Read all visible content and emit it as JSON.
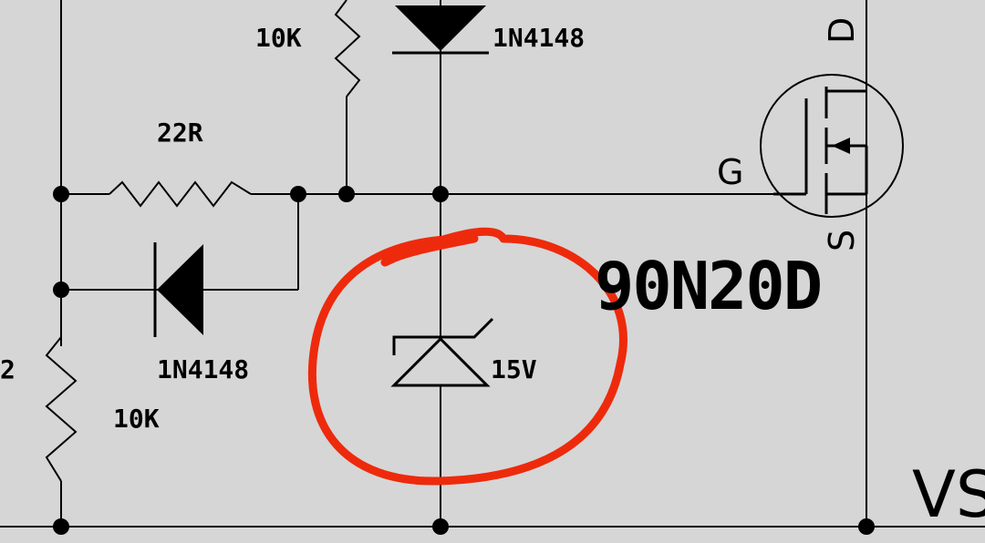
{
  "labels": {
    "r_top": "10K",
    "d_top": "1N4148",
    "r_mid": "22R",
    "d_left": "1N4148",
    "r_left": "10K",
    "r_left_partial": "2",
    "zener": "15V",
    "mosfet_part": "90N20D",
    "pin_g": "G",
    "pin_d": "D",
    "pin_s": "S",
    "rail": "VS"
  },
  "colors": {
    "background": "#d6d6d6",
    "wire": "#000000",
    "annotation": "#ee2a0c"
  }
}
